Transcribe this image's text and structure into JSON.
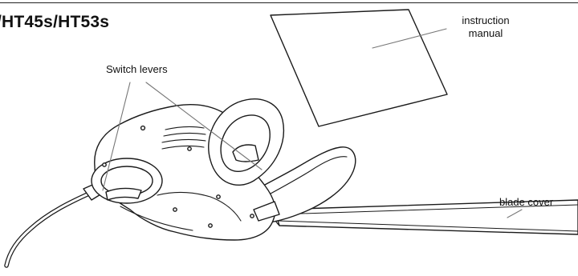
{
  "title": "/HT45s/HT53s",
  "labels": {
    "switch_levers": "Switch levers",
    "instruction_manual_line1": "instruction",
    "instruction_manual_line2": "manual",
    "blade_cover": "blade cover"
  },
  "colors": {
    "stroke": "#1a1a1a",
    "leader": "#777777",
    "background": "#ffffff"
  }
}
